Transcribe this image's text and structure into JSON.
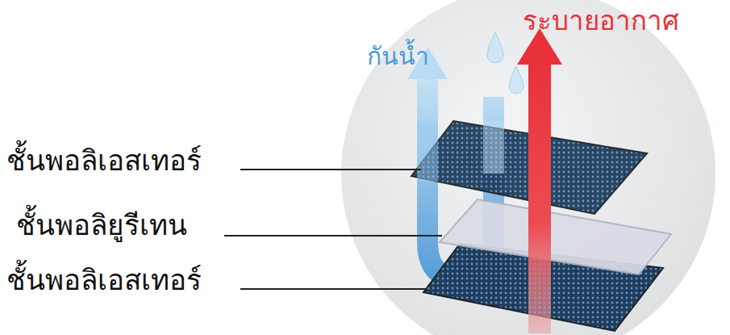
{
  "diagram": {
    "labels": [
      "ระบายอากาศ",
      "กันน้ำ",
      "ชั้นพอลิเอสเทอร์",
      "ชั้นพอลิยูรีเทน",
      "ชั้นพอลิเอสเทอร์"
    ]
  }
}
